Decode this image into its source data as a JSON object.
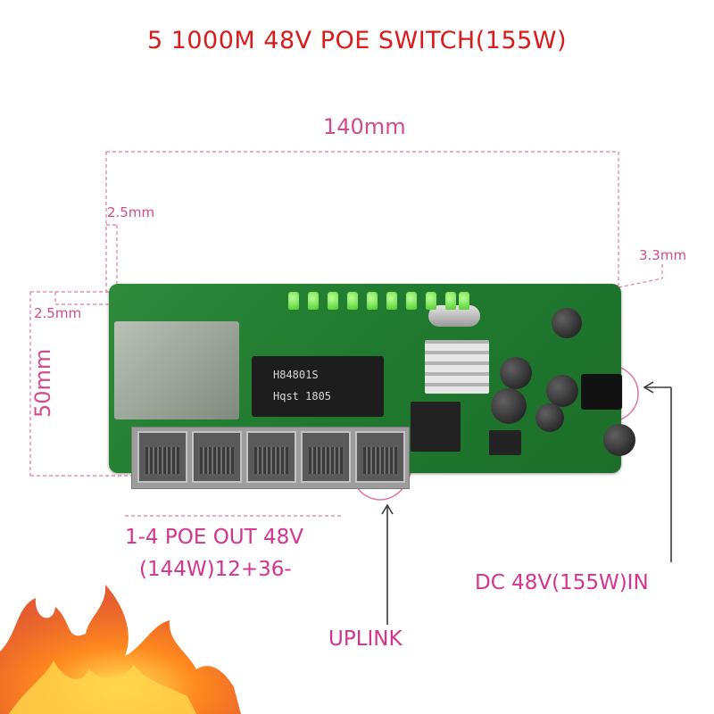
{
  "title": "5 1000M 48V POE SWITCH(155W)",
  "dimensions": {
    "width": "140mm",
    "height": "50mm",
    "offset_top_left": "2.5mm",
    "offset_left": "2.5mm",
    "offset_top_right": "3.3mm"
  },
  "chip": {
    "line1": "H84801S",
    "line2": "Hqst 1805"
  },
  "annotations": {
    "poe_out_line1": "1-4 POE OUT 48V",
    "poe_out_line2": "(144W)12+36-",
    "uplink": "UPLINK",
    "dc_in": "DC 48V(155W)IN"
  },
  "colors": {
    "title": "#d81b1b",
    "annotation": "#d4338e",
    "dimension": "#d24b8c",
    "pcb": "#207a2f"
  }
}
